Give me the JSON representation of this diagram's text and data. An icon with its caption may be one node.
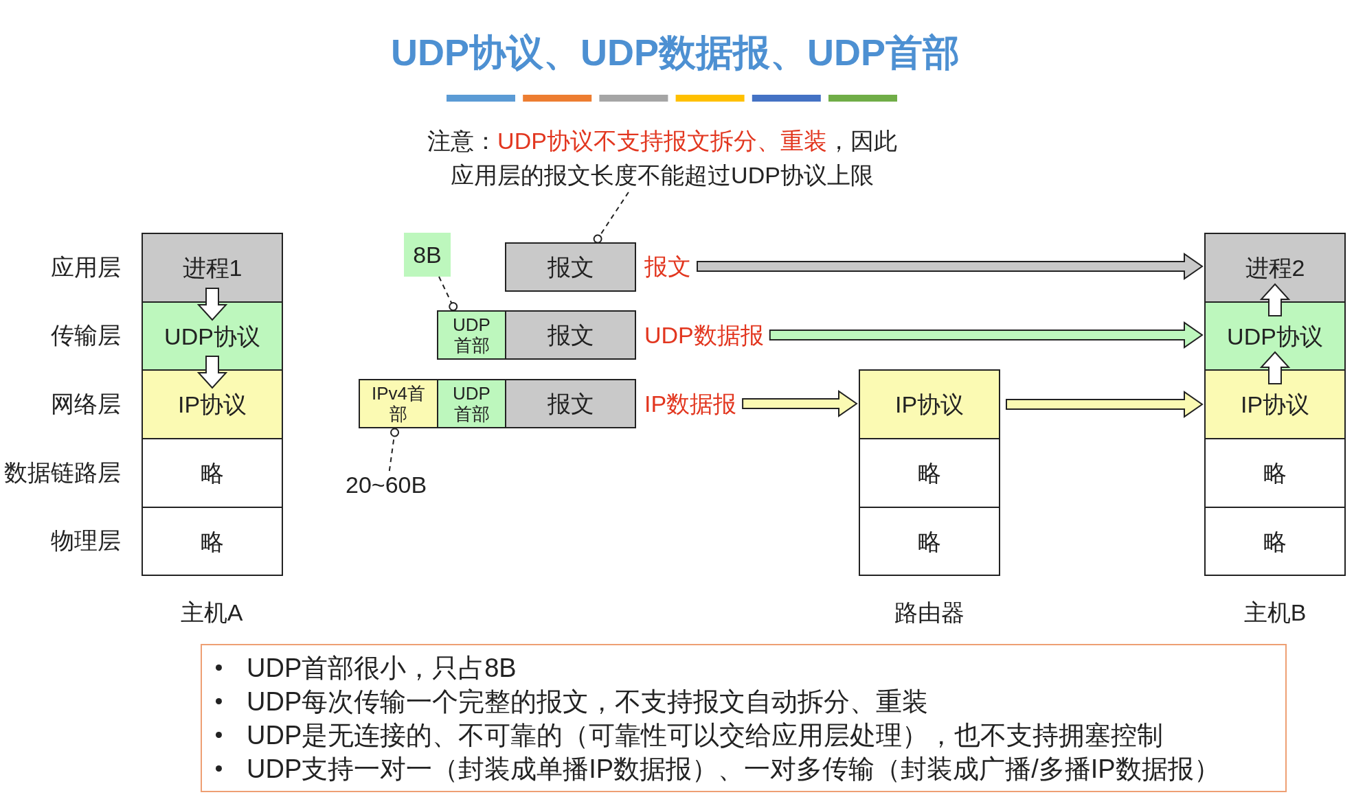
{
  "diagram": {
    "title": "UDP协议、UDP数据报、UDP首部",
    "nodes": [
      {
        "text": [
          "进程1"
        ]
      },
      {
        "text": [
          "UDP协议"
        ]
      },
      {
        "text": [
          "IP协议"
        ]
      },
      {
        "text": [
          "略"
        ]
      },
      {
        "text": [
          "略"
        ]
      },
      {
        "text": [
          "注意：",
          "UDP协议不支持报文拆分、重装",
          "，因此应用层的报文长度不能超过UDP协议上限"
        ]
      },
      {
        "text": [
          "8B"
        ]
      },
      {
        "text": [
          "报文"
        ]
      },
      {
        "text": [
          "报文"
        ]
      },
      {
        "text": [
          "UDP首部"
        ]
      },
      {
        "text": [
          "报文"
        ]
      },
      {
        "text": [
          "UDP数据报"
        ]
      },
      {
        "text": [
          "IPv4首部"
        ]
      },
      {
        "text": [
          "UDP首部"
        ]
      },
      {
        "text": [
          "报文"
        ]
      },
      {
        "text": [
          "IP数据报"
        ]
      },
      {
        "text": [
          "20~60B"
        ]
      },
      {
        "text": [
          "IP协议"
        ]
      },
      {
        "text": [
          "略"
        ]
      },
      {
        "text": [
          "略"
        ]
      },
      {
        "text": [
          "进程2"
        ]
      },
      {
        "text": [
          "UDP协议"
        ]
      },
      {
        "text": [
          "IP协议"
        ]
      },
      {
        "text": [
          "略"
        ]
      },
      {
        "text": [
          "略"
        ]
      },
      {
        "text": [
          "UDP首部很小，只占8B",
          "UDP每次传输一个完整的报文，不支持报文自动拆分、重装",
          "UDP是无连接的、不可靠的（可靠性可以交给应用层处理），也不支持拥塞控制",
          "UDP支持一对一（封装成单播IP数据报）、一对多传输（封装成广播/多播IP数据报）"
        ]
      }
    ],
    "edges": [
      {
        "from": 0,
        "to": 1,
        "arrow": "to"
      },
      {
        "from": 1,
        "to": 2,
        "arrow": "to"
      },
      {
        "from": 5,
        "to": 7,
        "arrow": "other",
        "style": "dashed"
      },
      {
        "from": 6,
        "to": 9,
        "arrow": "other",
        "style": "dashed"
      },
      {
        "from": 16,
        "to": 12,
        "arrow": "other",
        "style": "dashed"
      },
      {
        "from": 8,
        "to": 20,
        "arrow": "to",
        "color": "#c9c9c9"
      },
      {
        "from": 11,
        "to": 21,
        "arrow": "to",
        "color": "#bdf7bd"
      },
      {
        "from": 15,
        "to": 17,
        "arrow": "to",
        "color": "#fbfab3"
      },
      {
        "from": 17,
        "to": 22,
        "arrow": "to",
        "color": "#fbfab3"
      },
      {
        "from": 22,
        "to": 21,
        "arrow": "to"
      },
      {
        "from": 21,
        "to": 20,
        "arrow": "to"
      }
    ],
    "labels": [
      "应用层",
      "传输层",
      "网络层",
      "数据链路层",
      "物理层",
      "主机A",
      "路由器",
      "主机B"
    ]
  }
}
